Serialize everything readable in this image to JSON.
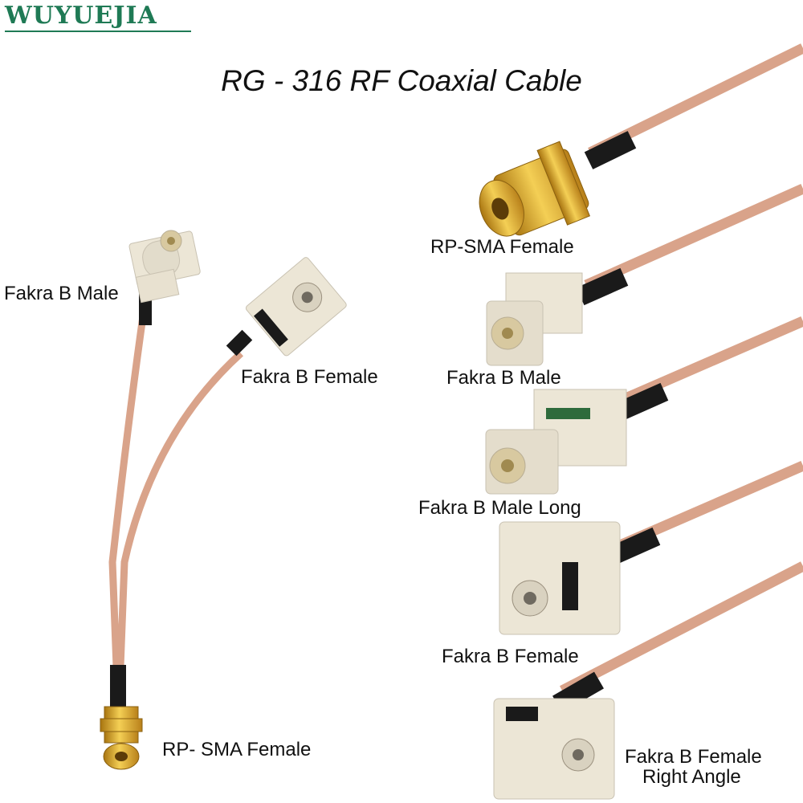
{
  "brand": "WUYUEJIA",
  "title": "RG - 316 RF Coaxial Cable",
  "left_assembly": {
    "label_male": "Fakra B Male",
    "label_female": "Fakra B Female",
    "label_sma": "RP- SMA Female"
  },
  "right_assemblies": [
    {
      "label": "RP-SMA Female"
    },
    {
      "label": "Fakra B Male"
    },
    {
      "label": "Fakra B Male Long"
    },
    {
      "label": "Fakra B Female"
    },
    {
      "label_line1": "Fakra B Female",
      "label_line2": "Right Angle"
    }
  ],
  "colors": {
    "brand": "#1f7a55",
    "cable": "#d9a38a",
    "connector_body": "#ece6d6",
    "sma_gold": "#d8a020",
    "sleeve": "#1a1a1a",
    "stripe": "#2e6b3c"
  }
}
